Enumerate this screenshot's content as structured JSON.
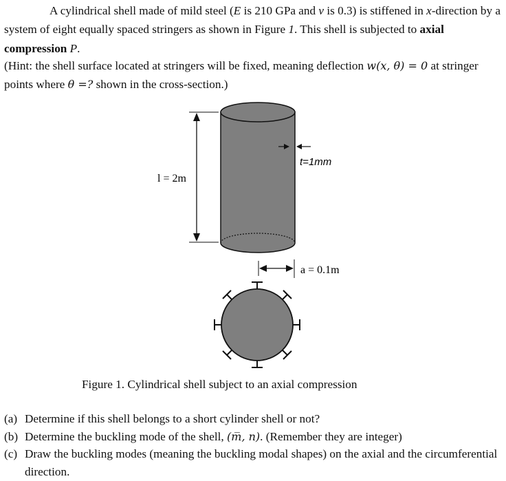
{
  "problem": {
    "p1_pre": "A cylindrical shell made of mild steel (",
    "p1_E": "E",
    "p1_mid1": "  is 210 GPa and ",
    "p1_v": "v",
    "p1_mid2": "  is 0.3) is stiffened in ",
    "p1_x": "x",
    "p1_mid3": "-direction by a system of eight equally spaced stringers as shown in Figure ",
    "p1_fignum": "1",
    "p1_mid4": ". This shell is subjected to ",
    "p1_bold": "axial compression",
    "p1_P": "P",
    "p1_end": ".",
    "p2_pre": "(Hint: the shell surface located at stringers will be fixed, meaning deflection ",
    "p2_w": "w(x, θ) = 0",
    "p2_mid": " at stringer points where ",
    "p2_theta": "θ =?",
    "p2_end": " shown in the cross-section.)"
  },
  "figure": {
    "length_label": "l = 2m",
    "thickness_label": "t=1mm",
    "radius_label": "a = 0.1m",
    "caption": "Figure 1. Cylindrical shell subject to an axial compression"
  },
  "questions": [
    {
      "label": "(a)",
      "text": "Determine if this shell belongs to a short cylinder shell or not?"
    },
    {
      "label": "(b)",
      "text_pre": "Determine the buckling mode of the shell, ",
      "text_math": "(m̅, n)",
      "text_post": ". (Remember they are integer)"
    },
    {
      "label": "(c)",
      "text": "Draw the buckling modes (meaning the buckling modal shapes) on the axial and the circumferential direction."
    }
  ],
  "colors": {
    "shell_fill": "#7f7f7f",
    "ink": "#111111"
  }
}
